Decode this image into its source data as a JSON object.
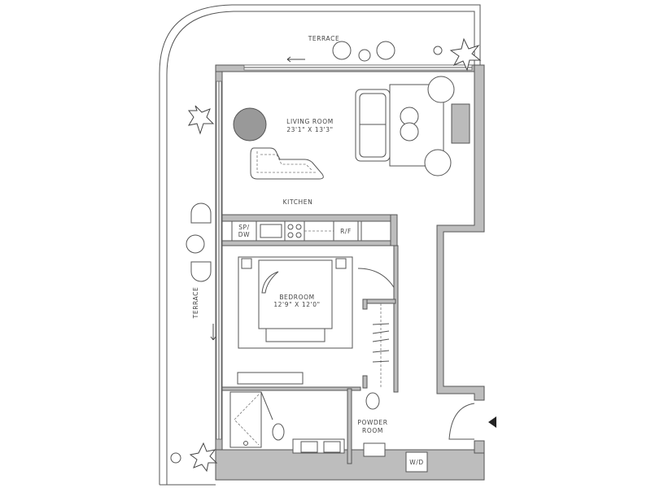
{
  "plan": {
    "terrace_top": "TERRACE",
    "terrace_left": "TERRACE",
    "living_room": {
      "name": "LIVING ROOM",
      "dims": "23'1\" X 13'3\""
    },
    "kitchen": "KITCHEN",
    "sp_dw_1": "SP/",
    "sp_dw_2": "DW",
    "rf": "R/F",
    "bedroom": {
      "name": "BEDROOM",
      "dims": "12'9\" X 12'0\""
    },
    "powder_room_1": "POWDER",
    "powder_room_2": "ROOM",
    "wd": "W/D"
  },
  "colors": {
    "wall": "#bdbdbd",
    "line": "#555555",
    "table": "#999999"
  }
}
